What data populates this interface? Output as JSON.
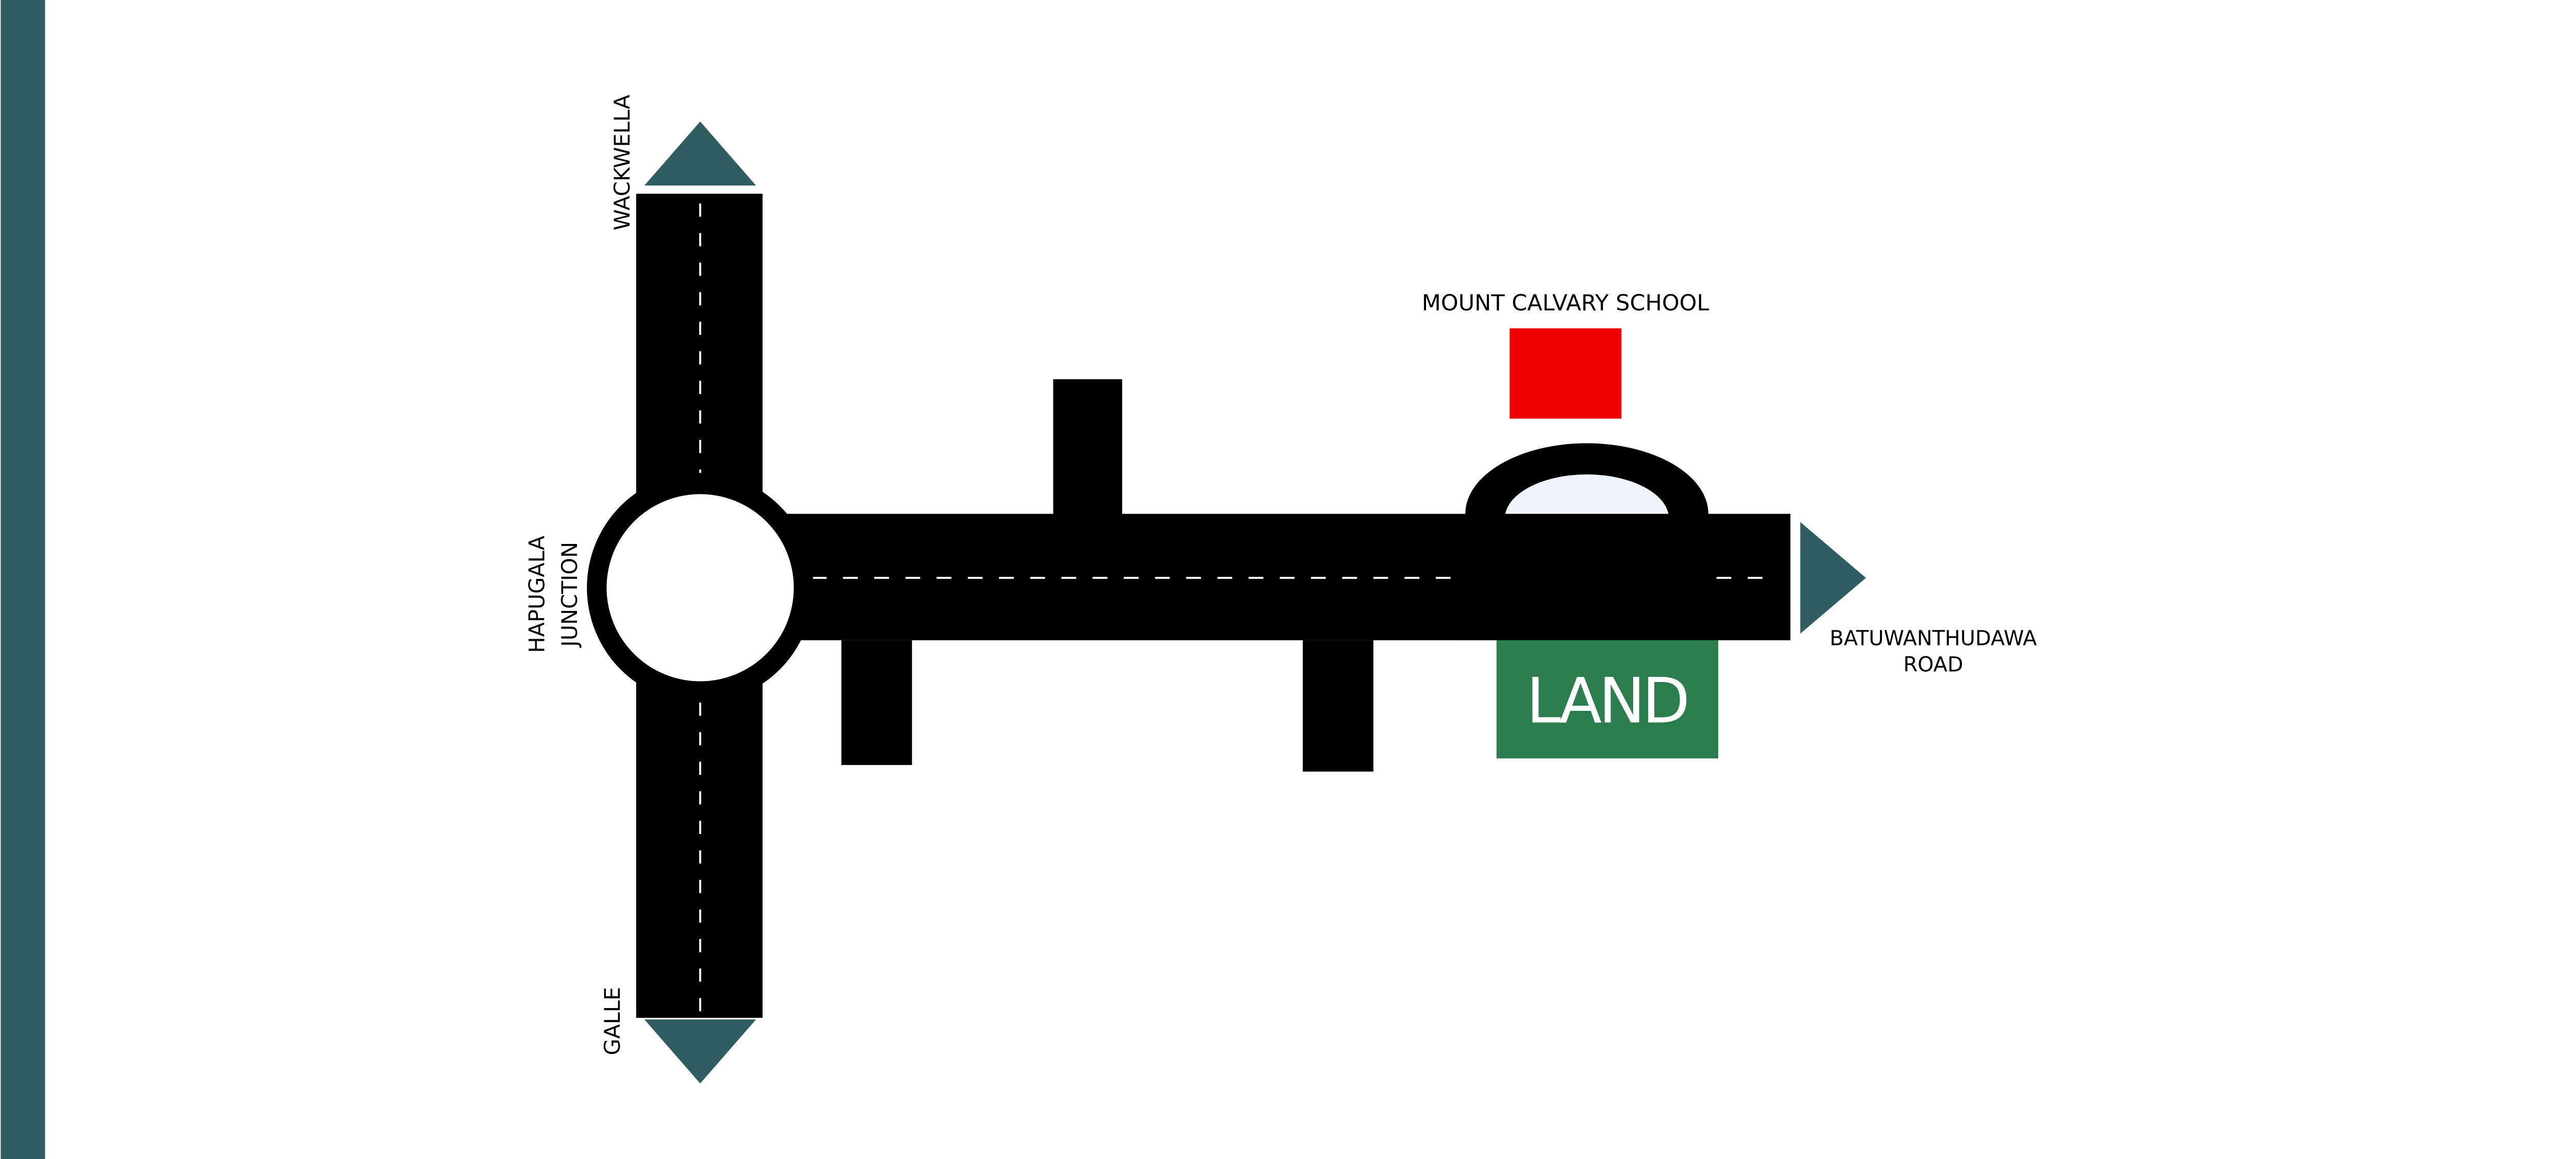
{
  "colors": {
    "accent_bar": "#2f5d62",
    "arrow": "#2f5d62",
    "road": "#000000",
    "school": "#ee0000",
    "land": "#2c7d4e",
    "loop_inner": "#eef4fc"
  },
  "labels": {
    "north": "WACKWELLA",
    "south": "GALLE",
    "junction_line1": "HAPUGALA",
    "junction_line2": "JUNCTION",
    "school": "MOUNT CALVARY SCHOOL",
    "east_line1": "BATUWANTHUDAWA",
    "east_line2": "ROAD",
    "land": "LAND"
  }
}
